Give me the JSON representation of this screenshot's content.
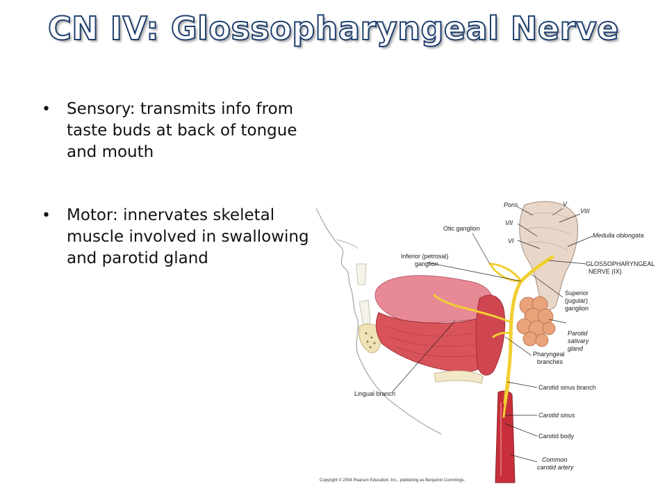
{
  "slide": {
    "title": "CN IV: Glossopharyngeal Nerve",
    "bullets": [
      "Sensory: transmits info from taste buds at back of tongue and mouth",
      "Motor: innervates skeletal muscle involved in swallowing and parotid gland"
    ],
    "bullet_glyph": "•"
  },
  "figure": {
    "labels": {
      "pons": "Pons",
      "v": "V",
      "viii": "VIII",
      "vii": "VII",
      "vi": "VI",
      "otic_ganglion": "Otic ganglion",
      "medulla": "Medulla oblongata",
      "inferior_ganglion_1": "Inferior (petrosal)",
      "inferior_ganglion_2": "ganglion",
      "glosso_1": "GLOSSOPHARYNGEAL",
      "glosso_2": "NERVE (IX)",
      "superior_1": "Superior",
      "superior_2": "(jugular)",
      "superior_3": "ganglion",
      "parotid_1": "Parotid",
      "parotid_2": "salivary",
      "parotid_3": "gland",
      "pharyngeal_1": "Pharyngeal",
      "pharyngeal_2": "branches",
      "carotid_sinus_branch": "Carotid sinus branch",
      "lingual_branch": "Lingual branch",
      "carotid_sinus": "Carotid sinus",
      "carotid_body": "Carotid body",
      "common_carotid_1": "Common",
      "common_carotid_2": "carotid artery"
    },
    "copyright": "Copyright © 2004 Pearson Education, Inc., publishing as Benjamin Cummings.",
    "colors": {
      "nerve": "#f1cf32",
      "muscle": "#d9535b",
      "tongue": "#e88a96",
      "gland": "#e9a27a",
      "title_stroke": "#1f3f6e"
    }
  }
}
